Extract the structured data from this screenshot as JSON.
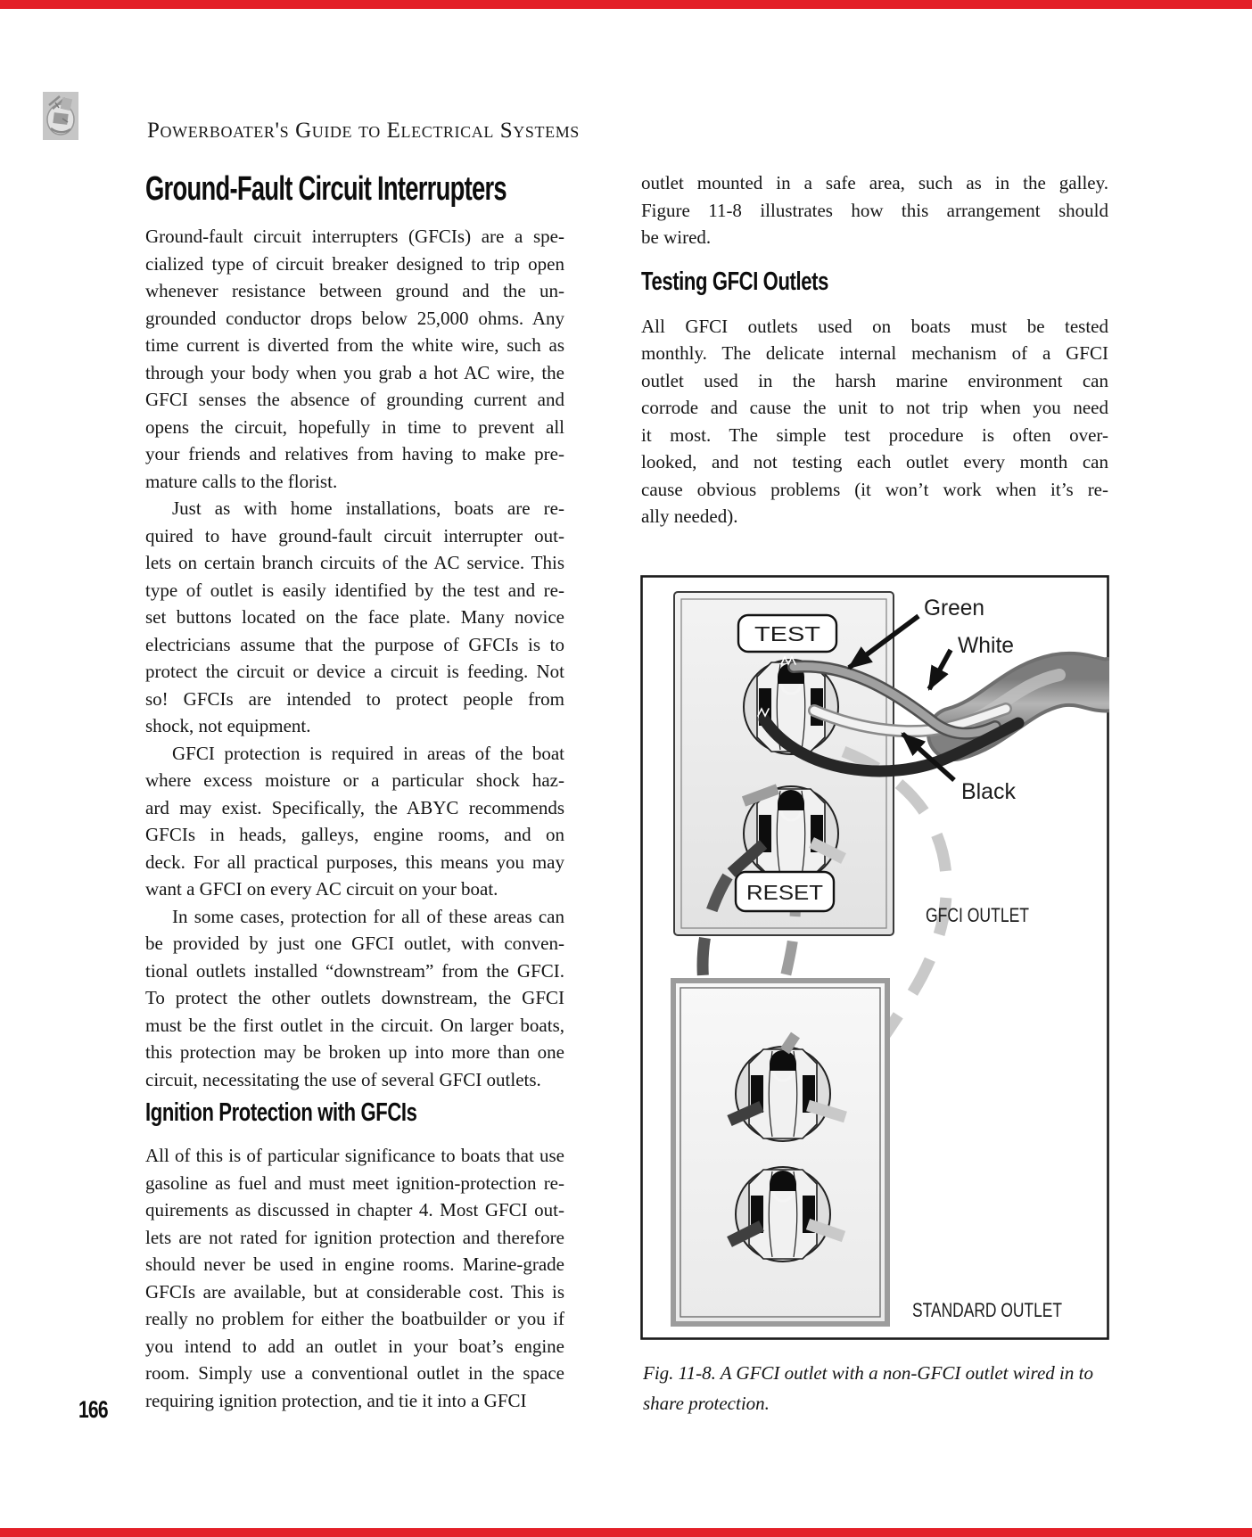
{
  "colors": {
    "accent_bar": "#e32028",
    "body_text": "#161616",
    "plate_gray": "#ededed"
  },
  "page": {
    "running_head": "Powerboater's Guide to Electrical Systems",
    "page_number": "166"
  },
  "left_column": {
    "title": "Ground-Fault Circuit Interrupters",
    "para1_lines": [
      "Ground-fault circuit interrupters (GFCIs) are a spe-",
      "cialized type of circuit breaker designed to trip open",
      "whenever resistance between ground and the un-",
      "grounded conductor drops below 25,000 ohms. Any",
      "time current is diverted from the white wire, such as",
      "through your body when you grab a hot AC wire, the",
      "GFCI senses the absence of grounding current and",
      "opens the circuit, hopefully in time to prevent all",
      "your friends and relatives from having to make pre-",
      "mature calls to the florist."
    ],
    "para2_lines": [
      "Just as with home installations, boats are re-",
      "quired to have ground-fault circuit interrupter out-",
      "lets on certain branch circuits of the AC service. This",
      "type of outlet is easily identified by the test and re-",
      "set buttons located on the face plate. Many novice",
      "electricians assume that the purpose of GFCIs is to",
      "protect the circuit or device a circuit is feeding. Not",
      "so! GFCIs are intended to protect people from",
      "shock, not equipment."
    ],
    "para3_lines": [
      "GFCI protection is required in areas of the boat",
      "where excess moisture or a particular shock haz-",
      "ard may exist. Specifically, the ABYC recommends",
      "GFCIs in heads, galleys, engine rooms, and on",
      "deck. For all practical purposes, this means you may",
      "want a GFCI on every AC circuit on your boat."
    ],
    "para4_lines": [
      "In some cases, protection for all of these areas can",
      "be provided by just one GFCI outlet, with conven-",
      "tional outlets installed “downstream” from the GFCI.",
      "To protect the other outlets downstream, the GFCI",
      "must be the first outlet in the circuit. On larger boats,",
      "this protection may be broken up into more than one",
      "circuit, necessitating the use of several GFCI outlets."
    ],
    "subhead": "Ignition Protection with GFCIs",
    "para5_lines": [
      "All of this is of particular significance to boats that use",
      "gasoline as fuel and must meet ignition-protection re-",
      "quirements as discussed in chapter 4. Most GFCI out-",
      "lets are not rated for ignition protection and therefore",
      "should never be used in engine rooms. Marine-grade",
      "GFCIs are available, but at considerable cost. This is",
      "really no problem for either the boatbuilder or you if",
      "you intend to add an outlet in your boat’s engine",
      "room. Simply use a conventional outlet in the space",
      "requiring ignition protection, and tie it into a GFCI"
    ]
  },
  "right_column": {
    "para1_lines": [
      "outlet mounted in a safe area, such as in the galley.",
      "Figure 11-8 illustrates how this arrangement should",
      "be wired."
    ],
    "subhead": "Testing GFCI Outlets",
    "para2_lines": [
      "All GFCI outlets used on boats must be tested",
      "monthly. The delicate internal mechanism of a GFCI",
      "outlet used in the harsh marine environment can",
      "corrode and cause the unit to not trip when you need",
      "it most. The simple test procedure is often over-",
      "looked, and not testing each outlet every month can",
      "cause obvious problems (it won’t work when it’s re-",
      "ally needed)."
    ]
  },
  "figure": {
    "test_button": "TEST",
    "reset_button": "RESET",
    "green_wire_label": "Green",
    "white_wire_label": "White",
    "black_wire_label": "Black",
    "gfci_outlet_label": "GFCI OUTLET",
    "standard_outlet_label": "STANDARD OUTLET",
    "caption_line1": "Fig. 11-8. A GFCI outlet with a non-GFCI outlet wired in to",
    "caption_line2": "share protection."
  }
}
